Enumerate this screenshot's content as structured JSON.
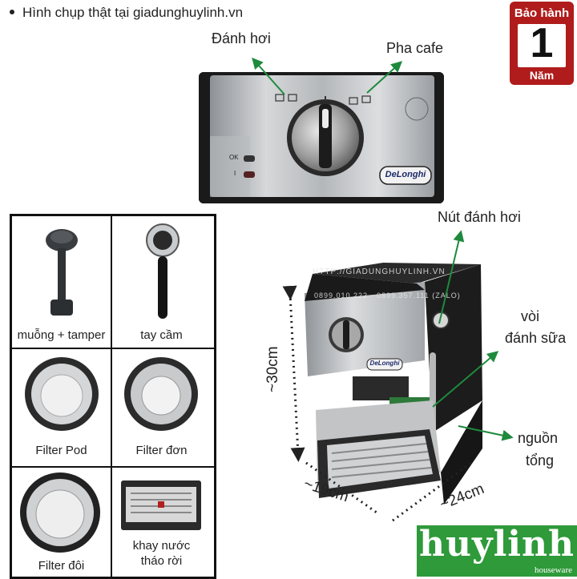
{
  "header": {
    "text": "Hình chụp thật tại giadunghuylinh.vn"
  },
  "panel": {
    "callout_left": "Đánh hơi",
    "callout_right": "Pha cafe",
    "ok_label": "OK",
    "power_mark": "I",
    "brand": "DeLonghi"
  },
  "warranty": {
    "top": "Bảo hành",
    "number": "1",
    "bottom": "Năm"
  },
  "accessories": [
    {
      "label": "muỗng + tamper"
    },
    {
      "label": "tay cầm"
    },
    {
      "label": "Filter Pod"
    },
    {
      "label": "Filter đơn"
    },
    {
      "label": "Filter đôi"
    },
    {
      "label": "khay nước",
      "label2": "tháo rời"
    }
  ],
  "machine": {
    "watermark1": "HTTP://GIADUNGHUYLINH.VN",
    "watermark2": "0899.010.222 - 0899.357.111 (ZALO)",
    "brand": "DeLonghi",
    "callout_steam_knob": "Nút đánh hơi",
    "callout_wand_1": "vòi",
    "callout_wand_2": "đánh sữa",
    "callout_power_1": "nguồn",
    "callout_power_2": "tổng",
    "dim_height": "~30cm",
    "dim_width": "~19cm",
    "dim_depth": "~24cm"
  },
  "logo": {
    "name": "huylinh",
    "sub": "houseware"
  },
  "colors": {
    "warranty_red": "#b01c1c",
    "logo_green": "#2e9a3a",
    "arrow_green": "#1e8a3c"
  }
}
